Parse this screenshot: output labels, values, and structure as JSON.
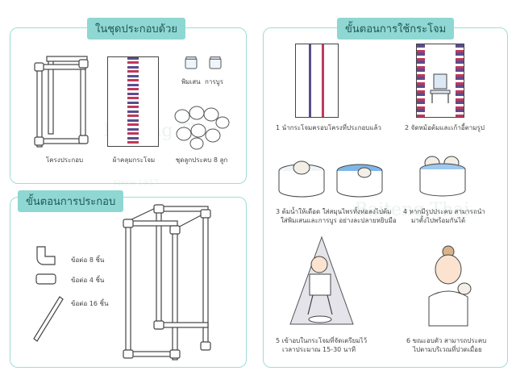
{
  "kit": {
    "title": "ในชุดประกอบด้วย",
    "frame_label": "โครงประกอบ",
    "cloth_label": "ผ้าคลุมกระโจม",
    "herb_label": "พิมเสน",
    "camphor_label": "การบูร",
    "herbal_ball_label": "ชุดลูกประคบ 8 ลูก"
  },
  "assembly": {
    "title": "ขั้นตอนการประกอบ",
    "parts": [
      {
        "label": "ข้อต่อ 8 ชิ้น"
      },
      {
        "label": "ข้อต่อ  4 ชิ้น"
      },
      {
        "label": "ข้อต่อ 16 ชิ้น"
      }
    ]
  },
  "usage": {
    "title": "ขั้นตอนการใช้กระโจม",
    "steps": [
      {
        "text": "1 นำกระโจมครอบโครงที่ประกอบแล้ว"
      },
      {
        "text": "2 จัดหม้อต้มและเก้าอี้ตามรูป"
      },
      {
        "line1": "3 ต้มน้ำให้เดือด  ใส่สมุนไพรทั้งห่อลงไปต้ม",
        "line2": "ใส่พิมเสนและการบูร อย่างละปลายหยิบมือ"
      },
      {
        "line1": "4 หากมีรูปประคบ สามารถนำ",
        "line2": "มาตั้งไปพร้อมกันได้"
      },
      {
        "line1": "5 เข้าอบในกระโจมที่จัดเตรียมไว้",
        "line2": "เวลาประมาณ 15-30 นาที"
      },
      {
        "line1": "6 ขณะอบตัว สามารถประคบ",
        "line2": "ไปตามบริเวณที่ปวดเมื่อย"
      }
    ]
  },
  "watermark": {
    "brand": "Baiteng Thai",
    "since": "Since 1957"
  },
  "colors": {
    "teal": "#8fd7d3",
    "border": "#9fdcd9",
    "pattern_purple": "#5b4d8c",
    "pattern_red": "#c0395a"
  }
}
